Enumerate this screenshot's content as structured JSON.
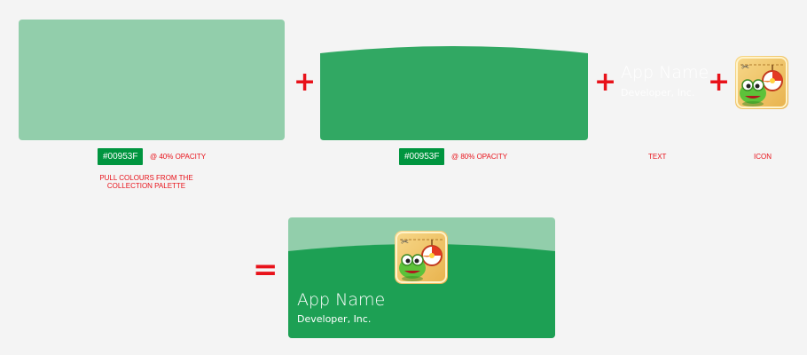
{
  "layer1": {
    "swatch_hex": "#00953F",
    "opacity_note": "@ 40% OPACITY",
    "palette_note_line1": "PULL COLOURS FROM THE",
    "palette_note_line2": "COLLECTION PALETTE",
    "opacity_value": 0.4
  },
  "layer2": {
    "swatch_hex": "#00953F",
    "opacity_note": "@ 80% OPACITY",
    "opacity_value": 0.8
  },
  "layer3": {
    "app_name": "App Name",
    "developer": "Developer, Inc.",
    "caption": "TEXT"
  },
  "layer4": {
    "caption": "ICON",
    "icon_name": "cut-the-rope-app-icon"
  },
  "operators": {
    "plus": "+",
    "equals": "="
  },
  "result": {
    "app_name": "App Name",
    "developer": "Developer, Inc."
  },
  "colors": {
    "brand_green": "#00953f",
    "accent_red": "#e8121a",
    "background": "#f4f4f4"
  }
}
